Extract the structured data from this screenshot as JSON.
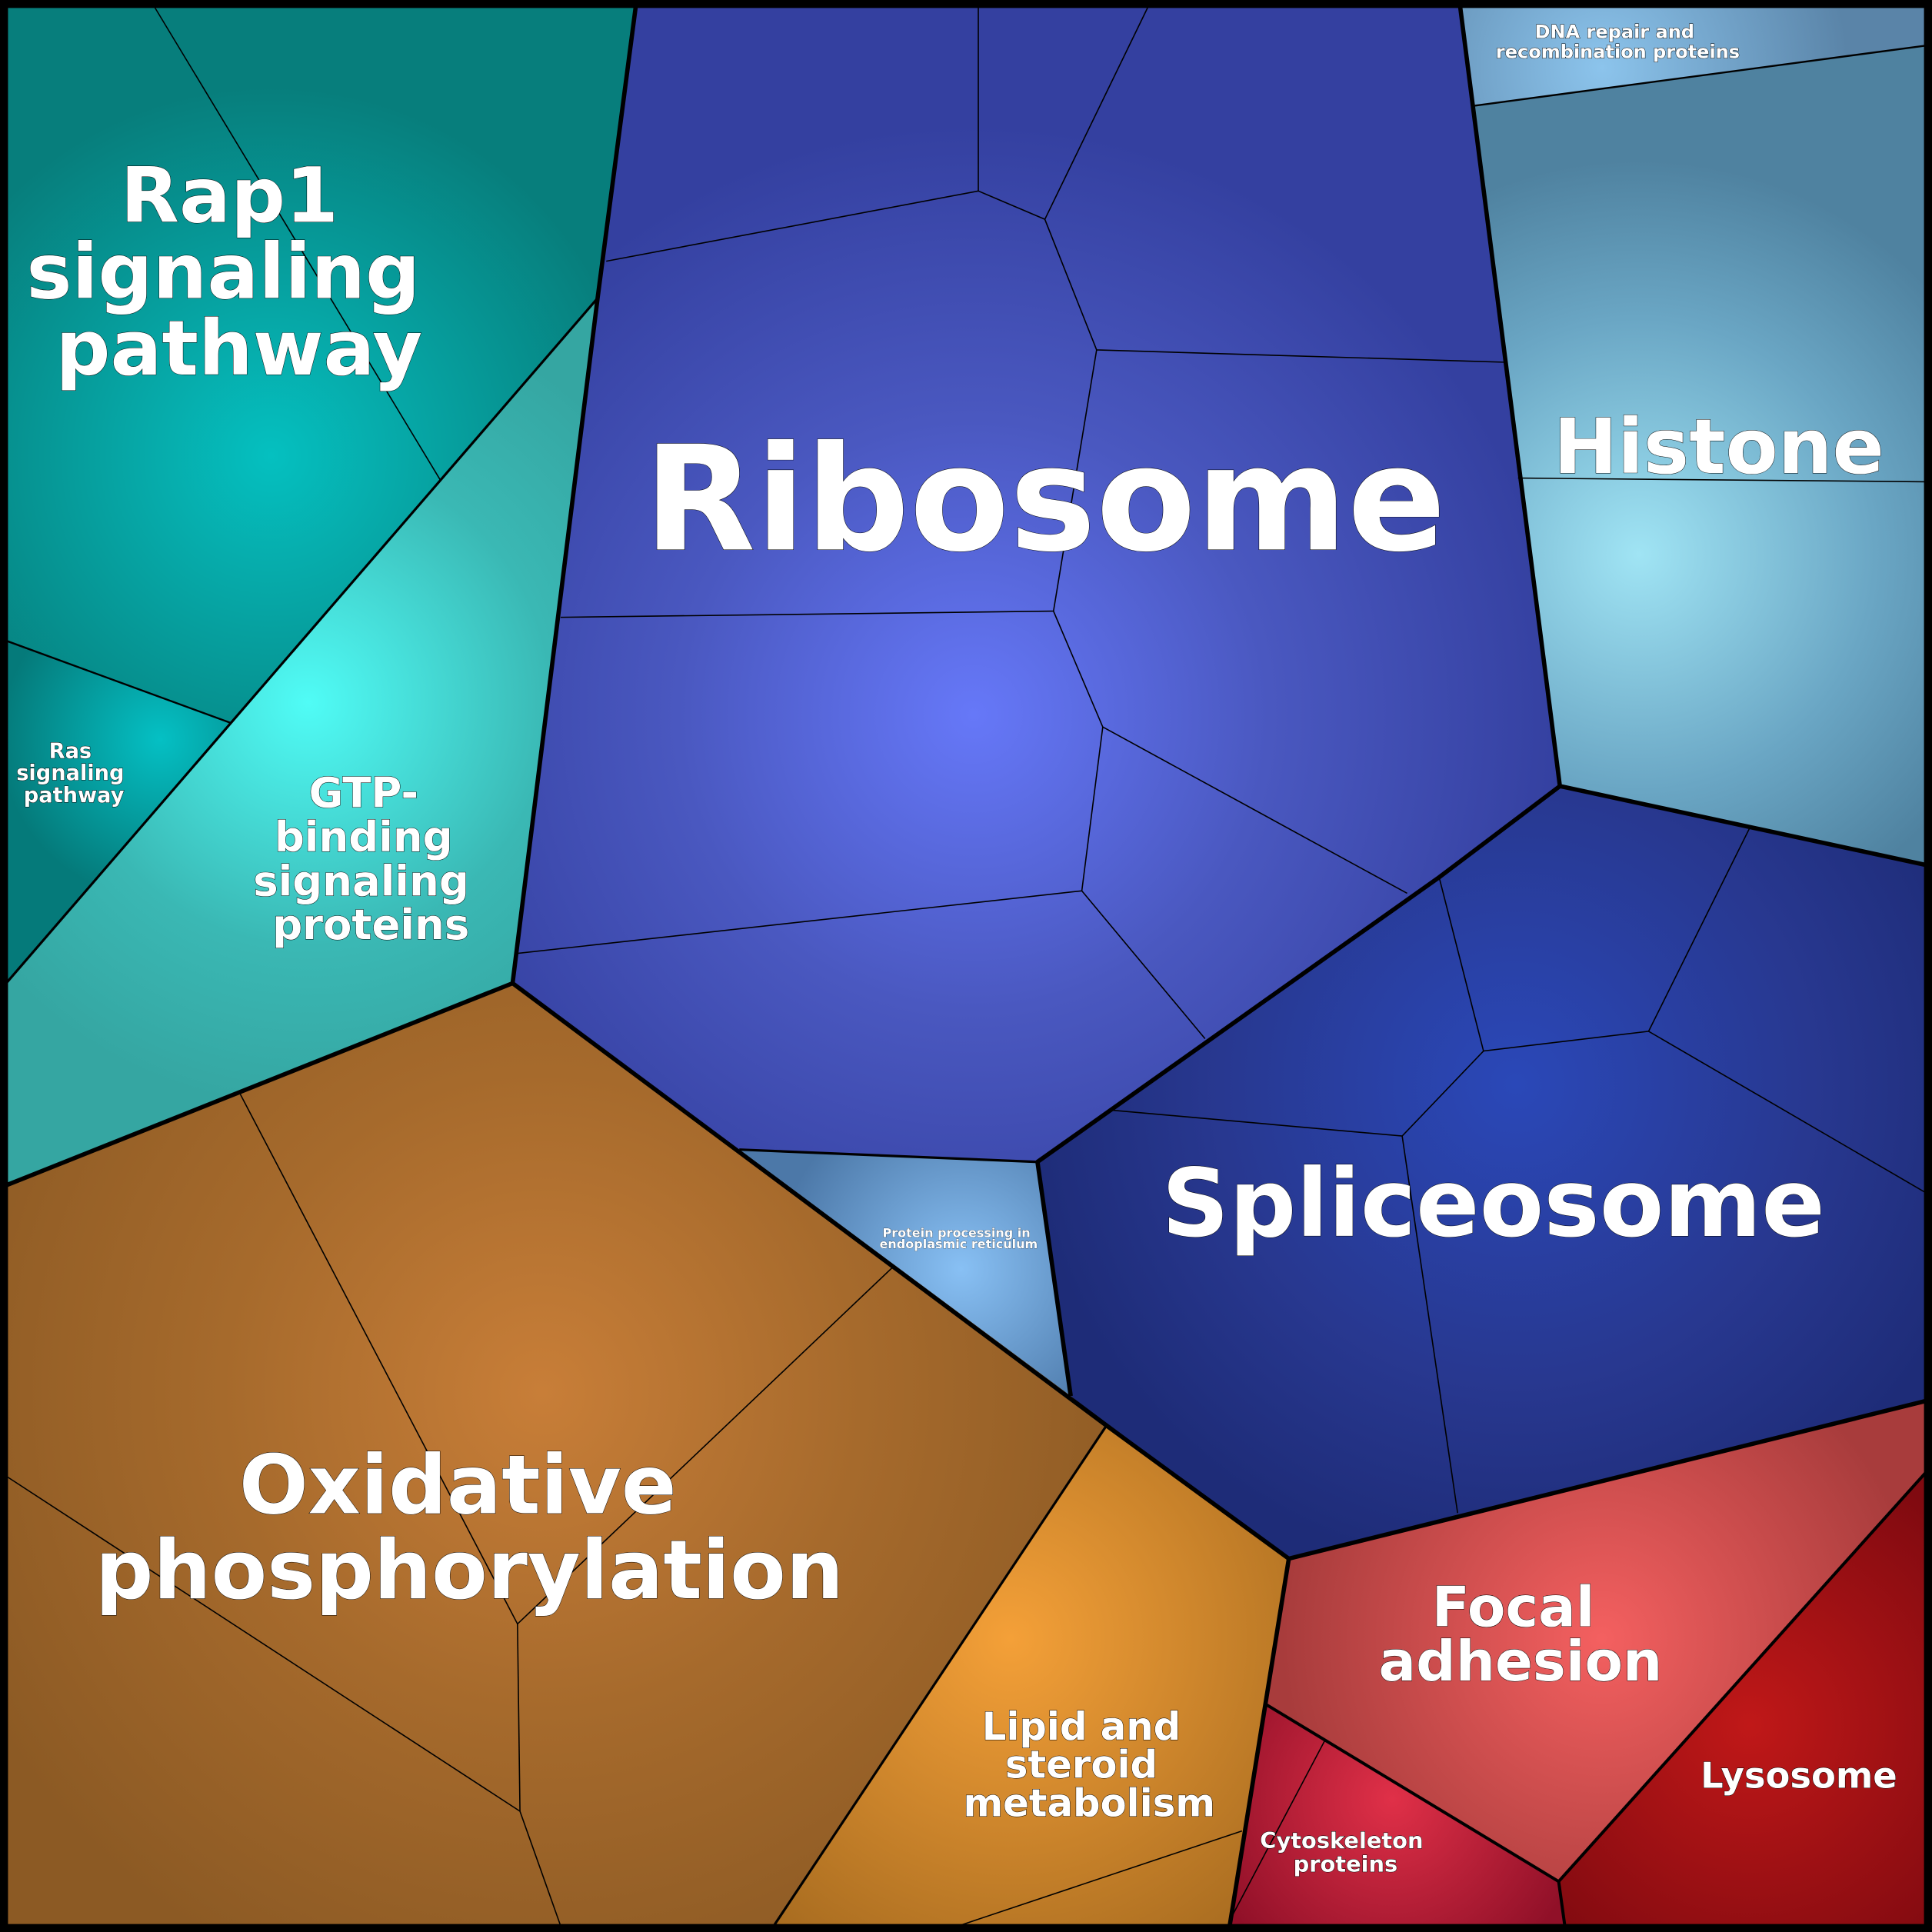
{
  "colors": {
    "teal": "#0a8a86",
    "blue": "#4450b0",
    "navy": "#2a3a90",
    "brown": "#9a6028",
    "orange": "#c07a22",
    "red": "#b04040",
    "darkred": "#8a0c14",
    "steel": "#5a88a8"
  },
  "cells": {
    "rap1": {
      "lines": [
        "Rap1",
        "signaling",
        "pathway"
      ]
    },
    "ras": {
      "lines": [
        "Ras",
        "signaling",
        "pathway"
      ]
    },
    "gtp": {
      "lines": [
        "GTP-",
        "binding",
        "signaling",
        "proteins"
      ]
    },
    "ribosome": {
      "lines": [
        "Ribosome"
      ]
    },
    "dna": {
      "lines": [
        "DNA repair and",
        "recombination proteins"
      ]
    },
    "histone": {
      "lines": [
        "Histone"
      ]
    },
    "spliceosome": {
      "lines": [
        "Spliceosome"
      ]
    },
    "protein_processing": {
      "lines": [
        "Protein processing in",
        "endoplasmic reticulum"
      ]
    },
    "oxphos": {
      "lines": [
        "Oxidative",
        "phosphorylation"
      ]
    },
    "lipid": {
      "lines": [
        "Lipid and",
        "steroid",
        "metabolism"
      ]
    },
    "focal": {
      "lines": [
        "Focal",
        "adhesion"
      ]
    },
    "lysosome": {
      "lines": [
        "Lysosome"
      ]
    },
    "cytoskeleton": {
      "lines": [
        "Cytoskeleton",
        "proteins"
      ]
    }
  }
}
